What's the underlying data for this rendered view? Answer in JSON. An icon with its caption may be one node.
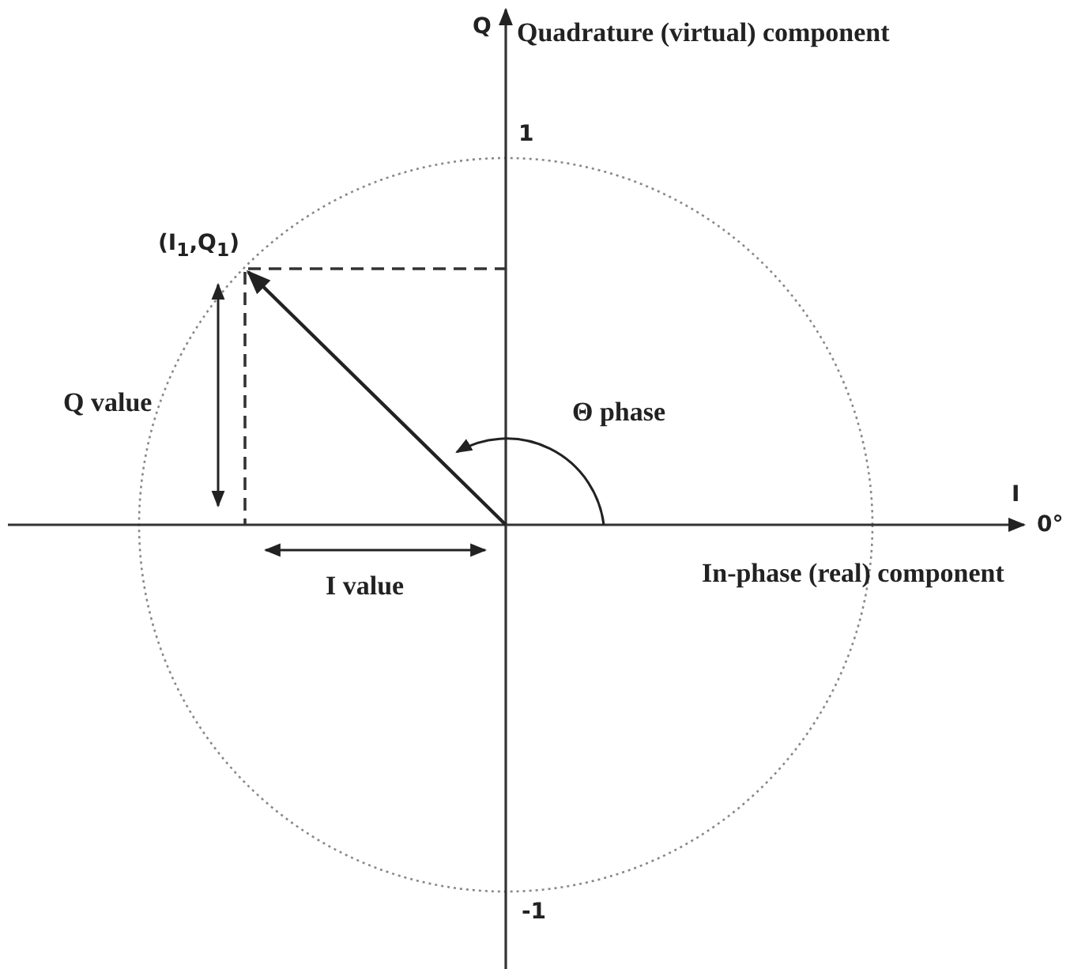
{
  "diagram": {
    "labels": [
      "Q",
      "Quadrature (virtual) component",
      "1",
      "(I$_{1}$,Q$_{1}$)",
      "Q value",
      "Θ phase",
      "I",
      "0°",
      "I value",
      "In-phase (real) component",
      "-1"
    ]
  }
}
